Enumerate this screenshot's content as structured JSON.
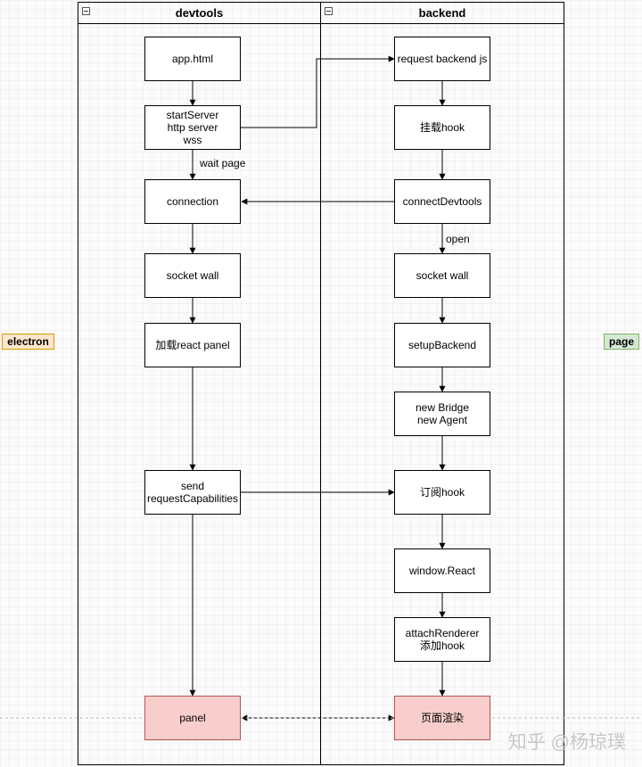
{
  "lanes": {
    "devtools": {
      "title": "devtools"
    },
    "backend": {
      "title": "backend"
    }
  },
  "side_labels": {
    "left": "electron",
    "right": "page"
  },
  "nodes": {
    "app_html": "app.html",
    "start_server": "startServer\nhttp server\nwss",
    "connection": "connection",
    "socket_wall_left": "socket wall",
    "load_panel": "加载react panel",
    "send_caps": "send\nrequestCapabilities",
    "panel": "panel",
    "request_backend": "request backend js",
    "mount_hook": "挂载hook",
    "connect_devtools": "connectDevtools",
    "socket_wall_right": "socket wall",
    "setup_backend": "setupBackend",
    "bridge_agent": "new Bridge\nnew Agent",
    "subscribe_hook": "订阅hook",
    "window_react": "window.React",
    "attach_renderer": "attachRenderer\n添加hook",
    "page_render": "页面渲染"
  },
  "edge_labels": {
    "wait_page": "wait page",
    "open": "open"
  },
  "watermark": "知乎 @杨琼璞",
  "colors": {
    "highlight_fill": "#f8cecc",
    "highlight_stroke": "#b85450",
    "electron_fill": "#ffe6cc",
    "page_fill": "#d5e8d4"
  }
}
